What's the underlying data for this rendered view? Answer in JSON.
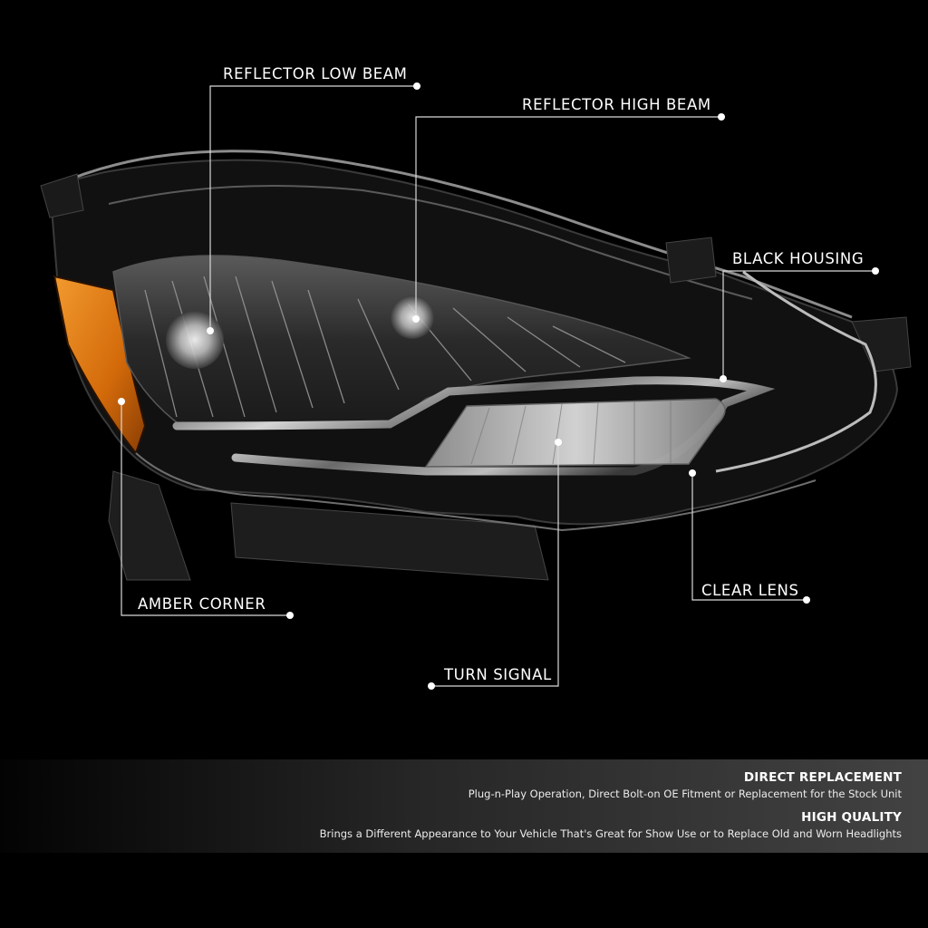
{
  "callouts": {
    "reflector_low_beam": "REFLECTOR LOW BEAM",
    "reflector_high_beam": "REFLECTOR HIGH BEAM",
    "black_housing": "BLACK HOUSING",
    "amber_corner": "AMBER CORNER",
    "clear_lens": "CLEAR LENS",
    "turn_signal": "TURN SIGNAL"
  },
  "features": [
    {
      "title": "DIRECT REPLACEMENT",
      "text": "Plug-n-Play Operation, Direct Bolt-on OE Fitment or Replacement for the Stock Unit"
    },
    {
      "title": "HIGH QUALITY",
      "text": "Brings a Different Appearance to Your Vehicle That's Great for Show Use or to Replace Old and Worn Headlights"
    }
  ],
  "colors": {
    "background": "#000000",
    "callout_line": "#d9d9d9",
    "amber": "#e07a12",
    "housing": "#141414",
    "chrome": "#c8c8c8"
  }
}
